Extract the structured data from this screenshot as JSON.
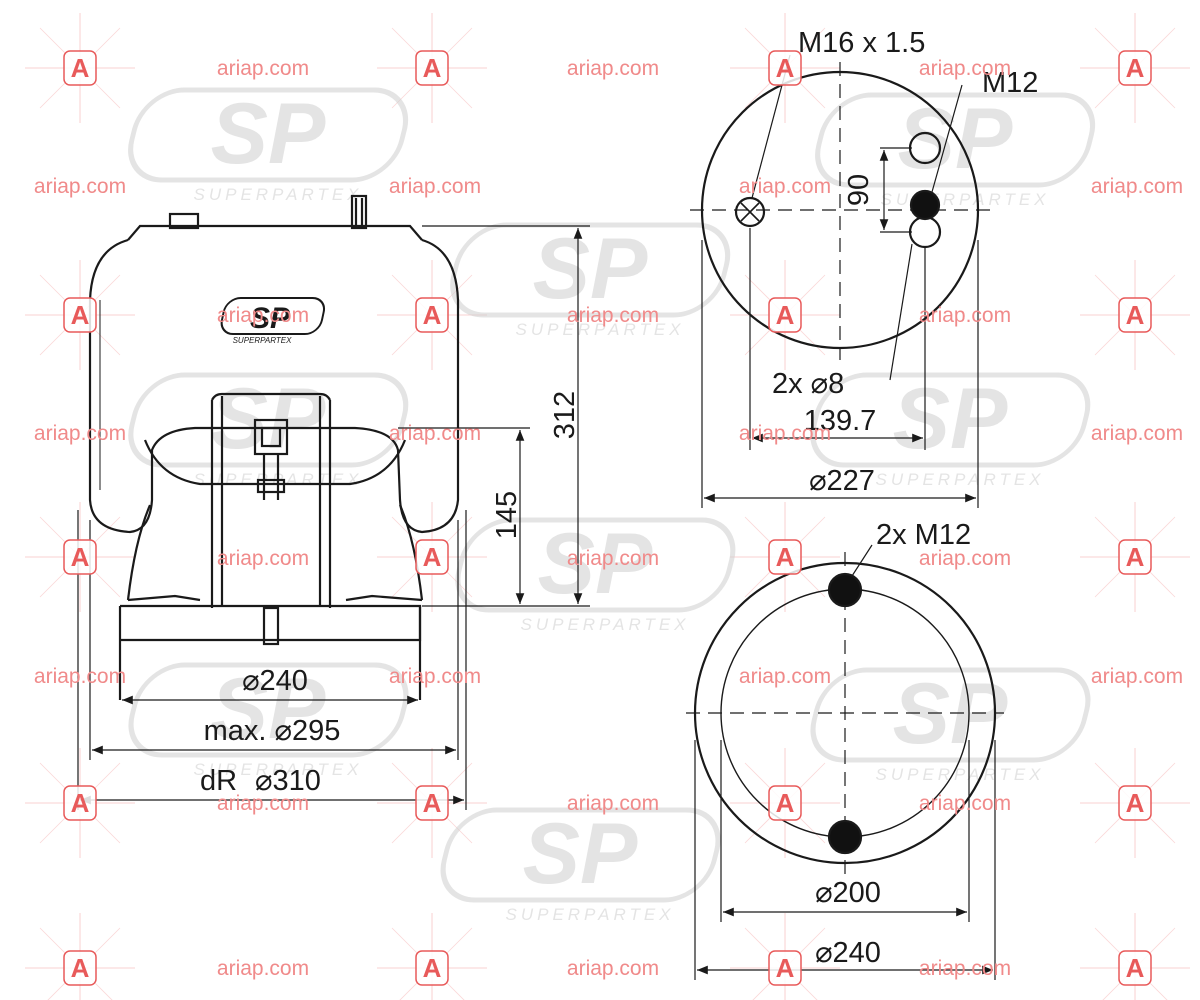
{
  "colors": {
    "line": "#1a1a1a",
    "watermark": "#f08a8a",
    "watermark_badge": "#e85a5a",
    "logo_gray": "#cfcfcf"
  },
  "watermark": {
    "text": "ariap.com",
    "badge_letter": "A"
  },
  "logo": {
    "mark": "SP",
    "subtitle": "SUPERPARTEX"
  },
  "side_view": {
    "height_total": "312",
    "height_piston": "145",
    "dia_piston": "⌀240",
    "dia_max": "max. ⌀295",
    "dia_roll_label": "dR",
    "dia_roll": "⌀310"
  },
  "top_view": {
    "thread_large": "M16 x 1.5",
    "thread_small": "M12",
    "spacing": "90",
    "holes": "2x ⌀8",
    "offset": "139.7",
    "diameter": "⌀227"
  },
  "bottom_view": {
    "threads": "2x M12",
    "bolt_circle": "⌀200",
    "diameter": "⌀240"
  }
}
